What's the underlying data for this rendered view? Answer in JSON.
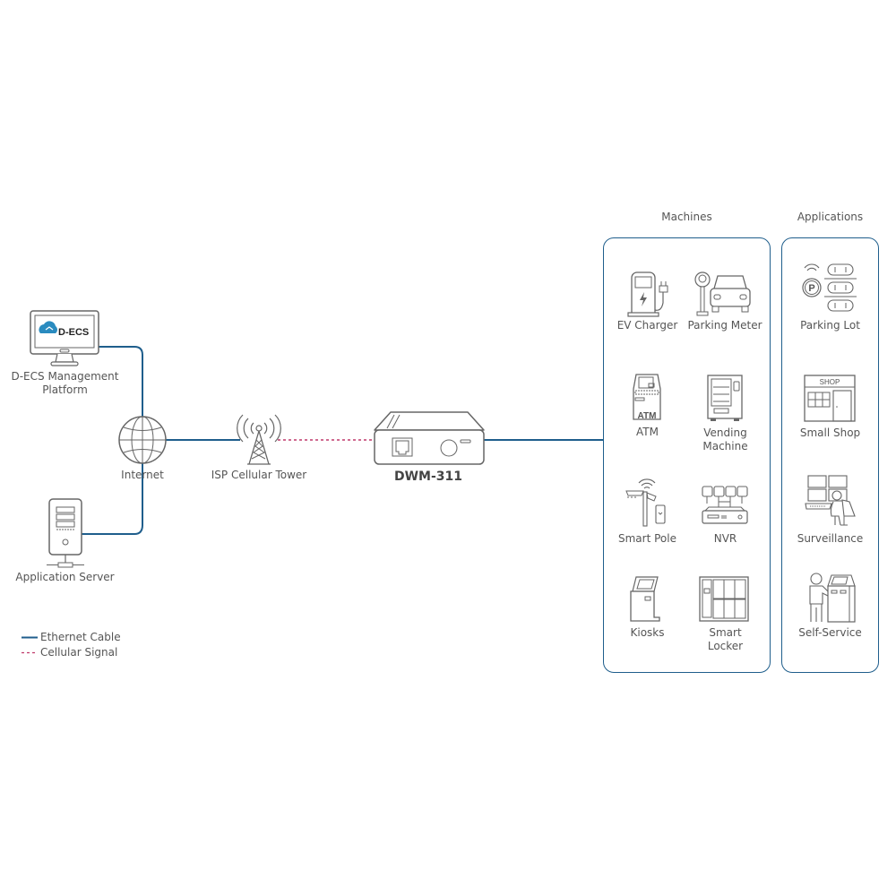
{
  "diagram": {
    "nodes": {
      "platform": {
        "label_line1": "D-ECS Management",
        "label_line2": "Platform",
        "screen_text": "D-ECS"
      },
      "internet": {
        "label": "Internet"
      },
      "server": {
        "label": "Application Server"
      },
      "tower": {
        "label": "ISP Cellular Tower"
      },
      "device": {
        "label": "DWM-311"
      }
    },
    "machines": {
      "title": "Machines",
      "items": [
        {
          "label": "EV Charger",
          "icon": "ev-charger-icon"
        },
        {
          "label": "Parking Meter",
          "icon": "parking-meter-icon"
        },
        {
          "label": "ATM",
          "icon": "atm-icon",
          "icon_text": "ATM"
        },
        {
          "label_line1": "Vending",
          "label_line2": "Machine",
          "icon": "vending-machine-icon"
        },
        {
          "label": "Smart Pole",
          "icon": "smart-pole-icon"
        },
        {
          "label": "NVR",
          "icon": "nvr-icon"
        },
        {
          "label": "Kiosks",
          "icon": "kiosk-icon"
        },
        {
          "label_line1": "Smart",
          "label_line2": "Locker",
          "icon": "smart-locker-icon"
        }
      ]
    },
    "applications": {
      "title": "Applications",
      "items": [
        {
          "label": "Parking Lot",
          "icon": "parking-lot-icon"
        },
        {
          "label": "Small Shop",
          "icon": "small-shop-icon",
          "icon_text": "SHOP"
        },
        {
          "label": "Surveillance",
          "icon": "surveillance-icon"
        },
        {
          "label": "Self-Service",
          "icon": "self-service-icon"
        }
      ]
    },
    "legend": {
      "ethernet": "Ethernet Cable",
      "cellular": "Cellular Signal"
    },
    "colors": {
      "ethernet": "#1f5e8c",
      "cellular": "#c0396b",
      "icon_stroke": "#666666",
      "brand": "#2a8bbf"
    }
  }
}
